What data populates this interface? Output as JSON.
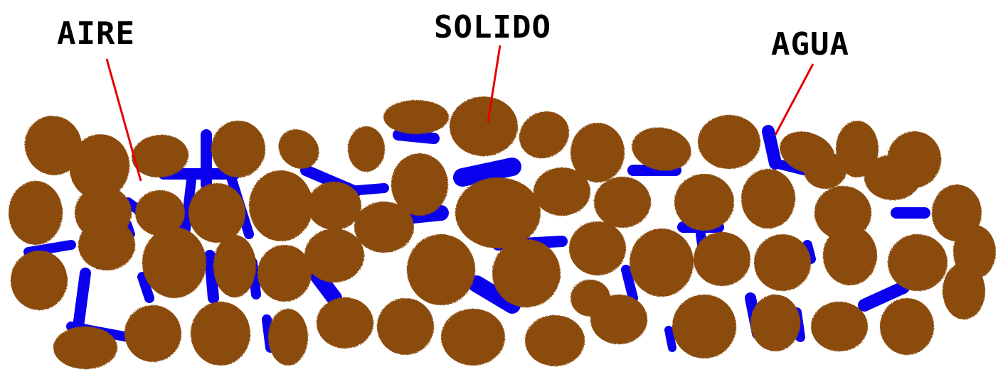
{
  "diagram": {
    "labels": {
      "aire": "AIRE",
      "solido": "SOLIDO",
      "agua": "AGUA"
    },
    "colors": {
      "solid": "#8b4c0a",
      "water": "#0a00ee",
      "leader": "#e60000",
      "background": "#ffffff",
      "text": "#000000"
    }
  }
}
